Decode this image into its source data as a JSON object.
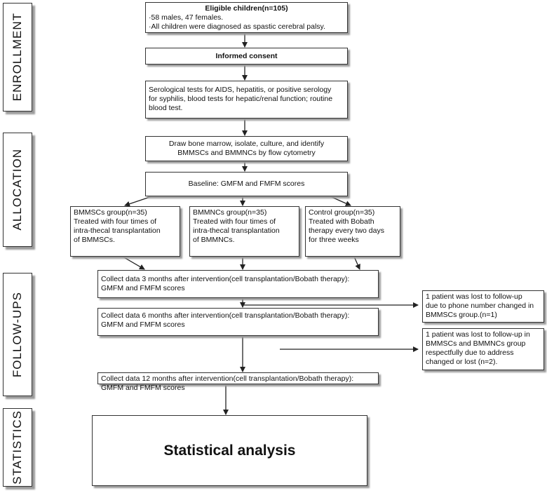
{
  "phases": {
    "enrollment": "ENROLLMENT",
    "allocation": "ALLOCATION",
    "followups": "FOLLOW-UPS",
    "statistics": "STATISTICS"
  },
  "eligible": {
    "title": "Eligible children(n=105)",
    "line1": "·58 males, 47 females.",
    "line2": "·All children were diagnosed as spastic cerebral palsy."
  },
  "consent": "Informed consent",
  "serology": {
    "line1": "Serological tests for AIDS, hepatitis, or positive serology",
    "line2": "for syphilis, blood tests for hepatic/renal function; routine",
    "line3": "blood test."
  },
  "marrow": {
    "line1": "Draw bone marrow, isolate, culture, and identify",
    "line2": "BMMSCs and BMMNCs by flow cytometry"
  },
  "baseline": "Baseline: GMFM and FMFM scores",
  "groups": {
    "bmmsc": {
      "line1": "BMMSCs group(n=35)",
      "line2": "Treated with four times of",
      "line3": "intra-thecal transplantation",
      "line4": "of BMMSCs."
    },
    "bmmnc": {
      "line1": "BMMNCs group(n=35)",
      "line2": "Treated with four times of",
      "line3": "intra-thecal transplantation",
      "line4": "of BMMNCs."
    },
    "control": {
      "line1": "Control group(n=35)",
      "line2": "Treated with Bobath",
      "line3": "therapy every two days",
      "line4": "for three weeks"
    }
  },
  "followups": {
    "m3": {
      "line1": "Collect data 3 months after intervention(cell transplantation/Bobath therapy):",
      "line2": "GMFM and FMFM scores"
    },
    "m6": {
      "line1": "Collect data 6 months after intervention(cell transplantation/Bobath therapy):",
      "line2": "GMFM and FMFM scores"
    },
    "m12": {
      "line1": "Collect data 12 months after intervention(cell transplantation/Bobath therapy):",
      "line2": "GMFM and FMFM scores"
    }
  },
  "losses": {
    "first": {
      "line1": "1 patient was lost to follow-up",
      "line2": "due to phone number changed in",
      "line3": "BMMSCs group.(n=1)"
    },
    "second": {
      "line1": "1 patient was lost to follow-up in",
      "line2": "BMMSCs  and BMMNCs group",
      "line3": "respectfully due to address",
      "line4": "changed or lost (n=2)."
    }
  },
  "statistics": "Statistical analysis"
}
